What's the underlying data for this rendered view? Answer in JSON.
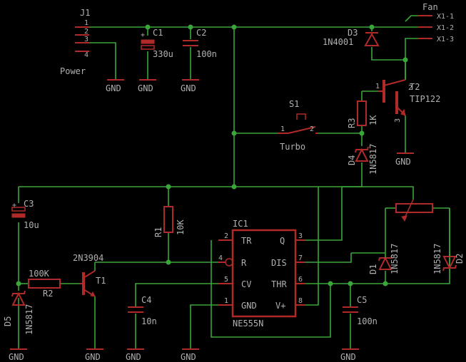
{
  "j1": {
    "name": "J1",
    "label": "Power",
    "pins": [
      "1",
      "2",
      "3",
      "4"
    ]
  },
  "fan": {
    "name": "Fan",
    "pins": [
      "X1-1",
      "X1-2",
      "X1-3"
    ]
  },
  "c1": {
    "name": "C1",
    "value": "330u",
    "pin": "+"
  },
  "c2": {
    "name": "C2",
    "value": "100n"
  },
  "c3": {
    "name": "C3",
    "value": "10u"
  },
  "c4": {
    "name": "C4",
    "value": "10n"
  },
  "c5": {
    "name": "C5",
    "value": "100n"
  },
  "d1": {
    "name": "D1",
    "value": "1N5817"
  },
  "d2": {
    "name": "D2",
    "value": "1N5817"
  },
  "d3": {
    "name": "D3",
    "value": "1N4001"
  },
  "d4": {
    "name": "D4",
    "value": "1N5817"
  },
  "d5": {
    "name": "D5",
    "value": "1N5817"
  },
  "r1": {
    "name": "R1",
    "value": "10K"
  },
  "r2": {
    "name": "R2",
    "value": "100K"
  },
  "r3": {
    "name": "R3",
    "value": "1K"
  },
  "t1": {
    "name": "T1",
    "value": "2N3904"
  },
  "t2": {
    "name": "T2",
    "value": "TIP122",
    "pins": [
      "1",
      "2",
      "3"
    ]
  },
  "s1": {
    "name": "S1",
    "label": "Turbo",
    "pins": [
      "1",
      "2"
    ]
  },
  "ic1": {
    "name": "IC1",
    "value": "NE555N",
    "left_pins": [
      {
        "num": "2",
        "name": "TR"
      },
      {
        "num": "4",
        "name": "R"
      },
      {
        "num": "5",
        "name": "CV"
      },
      {
        "num": "1",
        "name": "GND"
      }
    ],
    "right_pins": [
      {
        "num": "3",
        "name": "Q"
      },
      {
        "num": "7",
        "name": "DIS"
      },
      {
        "num": "6",
        "name": "THR"
      },
      {
        "num": "8",
        "name": "V+"
      }
    ]
  },
  "gnd_label": "GND",
  "colors": {
    "background": "#000000",
    "wire": "#3aa63a",
    "symbol": "#b02a2a",
    "text": "#b0b0b0"
  }
}
